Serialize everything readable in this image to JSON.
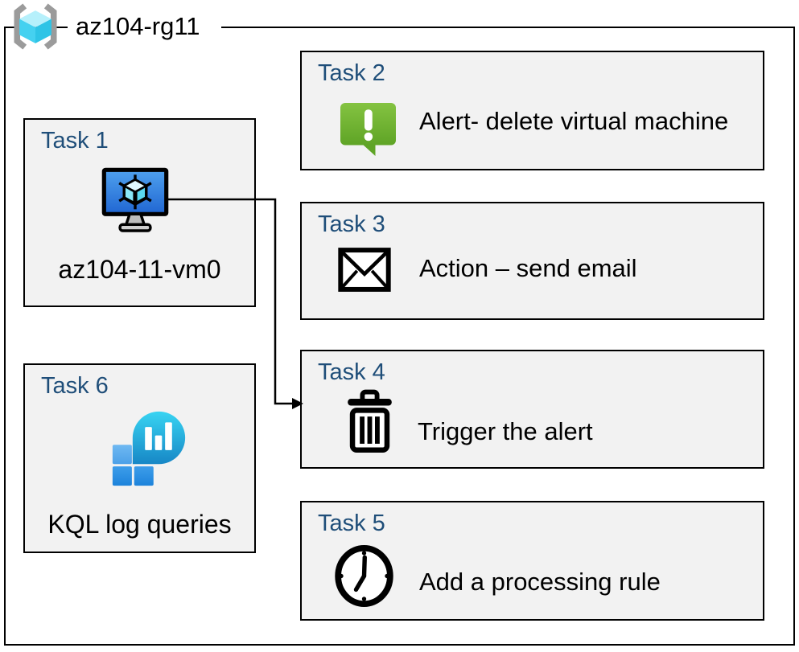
{
  "diagram": {
    "resource_group": {
      "name": "az104-rg11",
      "icon": "resource-group-icon"
    },
    "tasks": [
      {
        "id": "task1",
        "header": "Task 1",
        "label": "az104-11-vm0",
        "icon": "virtual-machine-icon"
      },
      {
        "id": "task2",
        "header": "Task 2",
        "label": "Alert- delete virtual machine",
        "icon": "alert-icon"
      },
      {
        "id": "task3",
        "header": "Task 3",
        "label": "Action – send email",
        "icon": "email-icon"
      },
      {
        "id": "task4",
        "header": "Task 4",
        "label": "Trigger the alert",
        "icon": "trash-icon"
      },
      {
        "id": "task5",
        "header": "Task 5",
        "label": "Add a processing rule",
        "icon": "clock-icon"
      },
      {
        "id": "task6",
        "header": "Task 6",
        "label": "KQL log queries",
        "icon": "log-analytics-icon"
      }
    ],
    "connector": {
      "from": "task1",
      "to": "task4"
    },
    "colors": {
      "task_header": "#1F4E79",
      "box_fill": "#F2F2F2",
      "box_border": "#000000",
      "alert_green_top": "#84C341",
      "alert_green_bottom": "#5FA426",
      "monitor_blue_top": "#4FA1EE",
      "monitor_blue_bottom": "#2066D2",
      "log_teal_top": "#38D4F2",
      "log_teal_bottom": "#1787C6",
      "square_blue_light": "#5FB0EE",
      "square_blue": "#2B90E2",
      "square_blue_dark": "#1D83DB",
      "rg_cube_top": "#B6F0FB",
      "rg_cube_left": "#45D1F0",
      "rg_cube_right": "#2EC4E6",
      "brace_gray": "#9B9B9B"
    }
  }
}
